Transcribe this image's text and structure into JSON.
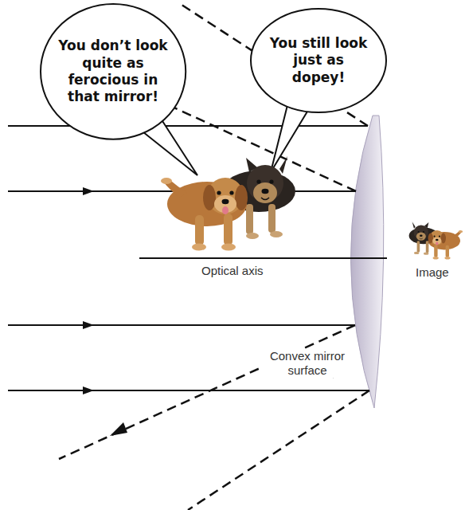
{
  "diagram": {
    "nodes": [
      {
        "text": [
          "You don’t look quite as ferocious in that mirror!"
        ]
      },
      {
        "text": [
          "You still look just as dopey!"
        ]
      }
    ],
    "labels": [
      "Optical axis",
      "Image",
      "Convex mirror surface"
    ]
  }
}
